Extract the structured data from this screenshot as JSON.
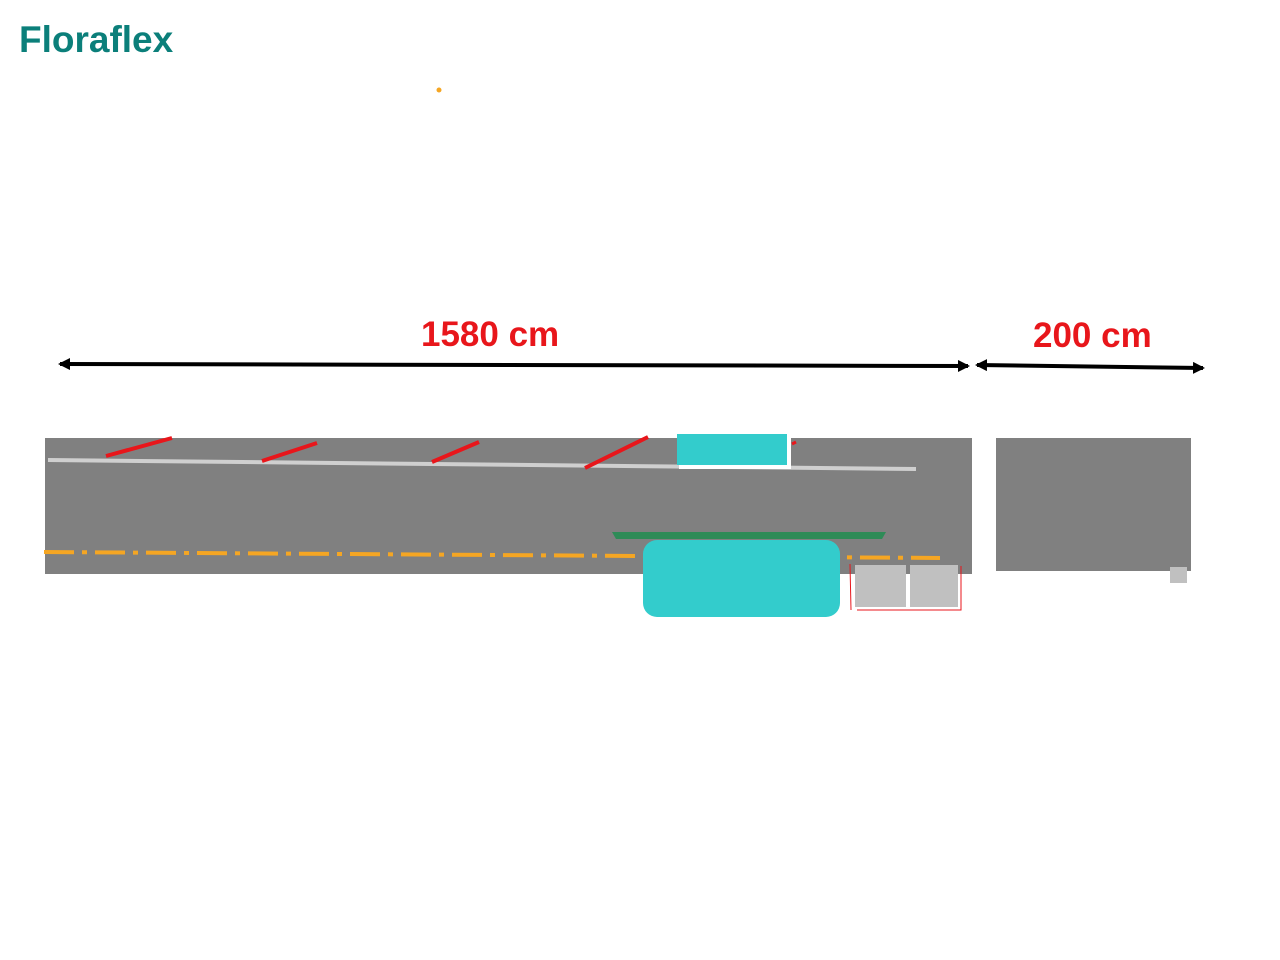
{
  "title": "Floraflex",
  "dimensions": {
    "main_length": "1580 cm",
    "side_length": "200 cm"
  },
  "colors": {
    "title": "#0b7f7a",
    "dimension_text": "#e8161b",
    "arrow": "#000000",
    "bed": "#808080",
    "rail": "#cfcfcf",
    "marker": "#e8161b",
    "cyan_unit": "#33cccc",
    "green_bar": "#2e8b57",
    "dash_line": "#f5a623",
    "box_light": "#c0c0c0",
    "background": "#ffffff"
  }
}
